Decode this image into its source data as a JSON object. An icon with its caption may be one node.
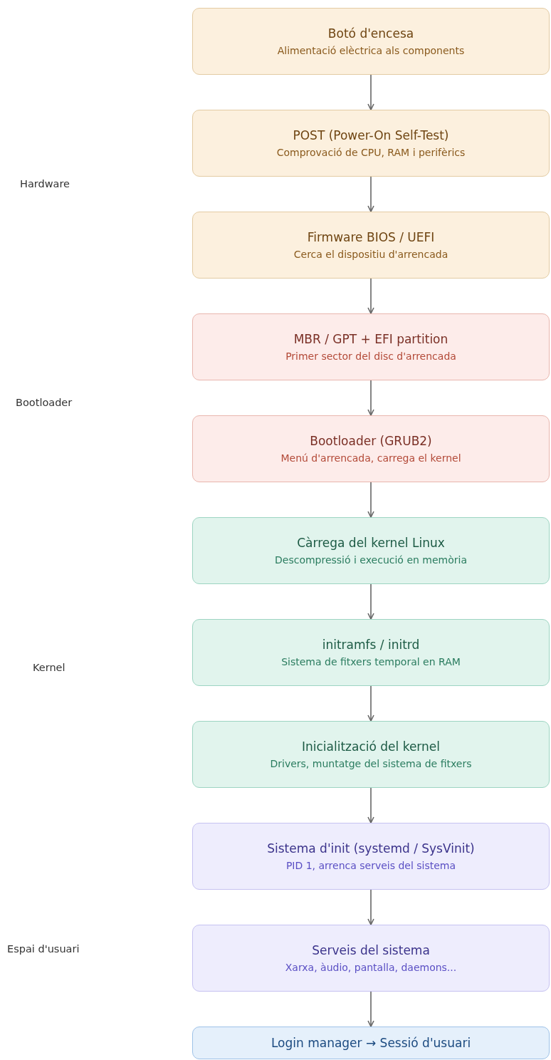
{
  "diagram": {
    "nodes": [
      {
        "text": [
          "Botó d'encesa",
          "Alimentació elèctrica als components"
        ]
      },
      {
        "text": [
          "POST (Power-On Self-Test)",
          "Comprovació de CPU, RAM i perifèrics"
        ]
      },
      {
        "text": [
          "Firmware BIOS / UEFI",
          "Cerca el dispositiu d'arrencada"
        ]
      },
      {
        "text": [
          "MBR / GPT + EFI partition",
          "Primer sector del disc d'arrencada"
        ]
      },
      {
        "text": [
          "Bootloader (GRUB2)",
          "Menú d'arrencada, carrega el kernel"
        ]
      },
      {
        "text": [
          "Càrrega del kernel Linux",
          "Descompressió i execució en memòria"
        ]
      },
      {
        "text": [
          "initramfs / initrd",
          "Sistema de fitxers temporal en RAM"
        ]
      },
      {
        "text": [
          "Inicialització del kernel",
          "Drivers, muntatge del sistema de fitxers"
        ]
      },
      {
        "text": [
          "Sistema d'init (systemd / SysVinit)",
          "PID 1, arrenca serveis del sistema"
        ]
      },
      {
        "text": [
          "Serveis del sistema",
          "Xarxa, àudio, pantalla, daemons..."
        ]
      },
      {
        "text": [
          "Login manager → Sessió d'usuari"
        ]
      }
    ],
    "edges": [
      {
        "from": 0,
        "to": 1,
        "arrow": "to"
      },
      {
        "from": 1,
        "to": 2,
        "arrow": "to"
      },
      {
        "from": 2,
        "to": 3,
        "arrow": "to"
      },
      {
        "from": 3,
        "to": 4,
        "arrow": "to"
      },
      {
        "from": 4,
        "to": 5,
        "arrow": "to"
      },
      {
        "from": 5,
        "to": 6,
        "arrow": "to"
      },
      {
        "from": 6,
        "to": 7,
        "arrow": "to"
      },
      {
        "from": 7,
        "to": 8,
        "arrow": "to"
      },
      {
        "from": 8,
        "to": 9,
        "arrow": "to"
      },
      {
        "from": 9,
        "to": 10,
        "arrow": "to"
      }
    ],
    "labels": [
      "Hardware",
      "Bootloader",
      "Kernel",
      "Espai d'usuari"
    ]
  }
}
